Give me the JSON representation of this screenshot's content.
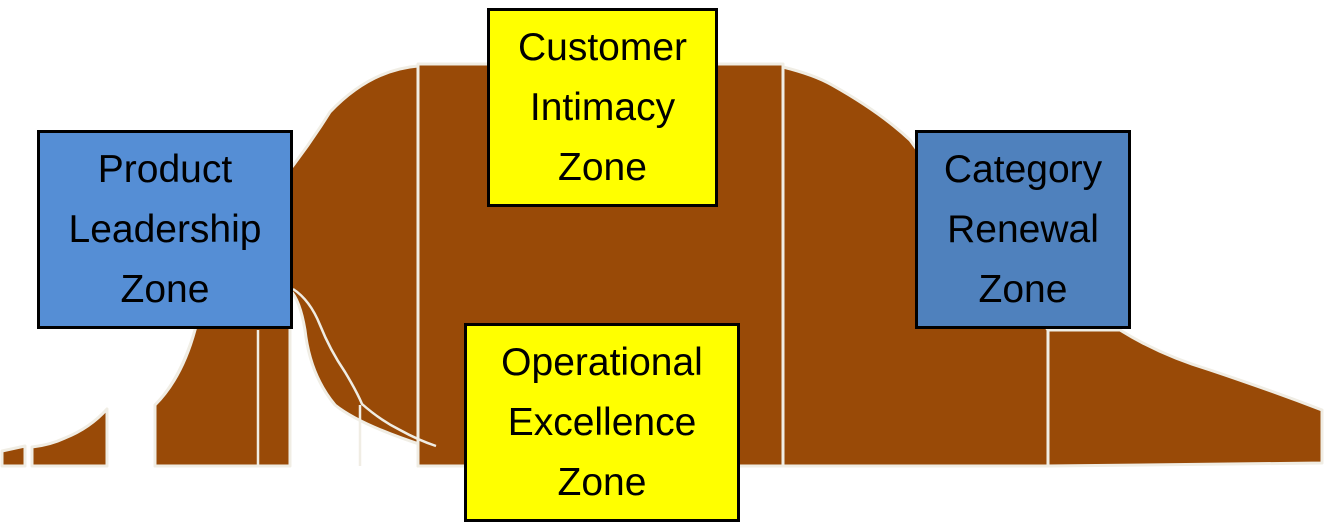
{
  "diagram": {
    "type": "adoption-lifecycle-zones",
    "curve_color": "#994A07",
    "divider_color": "#F0EDE4",
    "zones": [
      {
        "id": "product",
        "lines": [
          "Product",
          "Leadership",
          "Zone"
        ],
        "fill": "#558ED5"
      },
      {
        "id": "customer",
        "lines": [
          "Customer",
          "Intimacy",
          "Zone"
        ],
        "fill": "#FFFF00"
      },
      {
        "id": "operational",
        "lines": [
          "Operational",
          "Excellence",
          "Zone"
        ],
        "fill": "#FFFF00"
      },
      {
        "id": "category",
        "lines": [
          "Category",
          "Renewal",
          "Zone"
        ],
        "fill": "#4F81BD"
      }
    ]
  }
}
